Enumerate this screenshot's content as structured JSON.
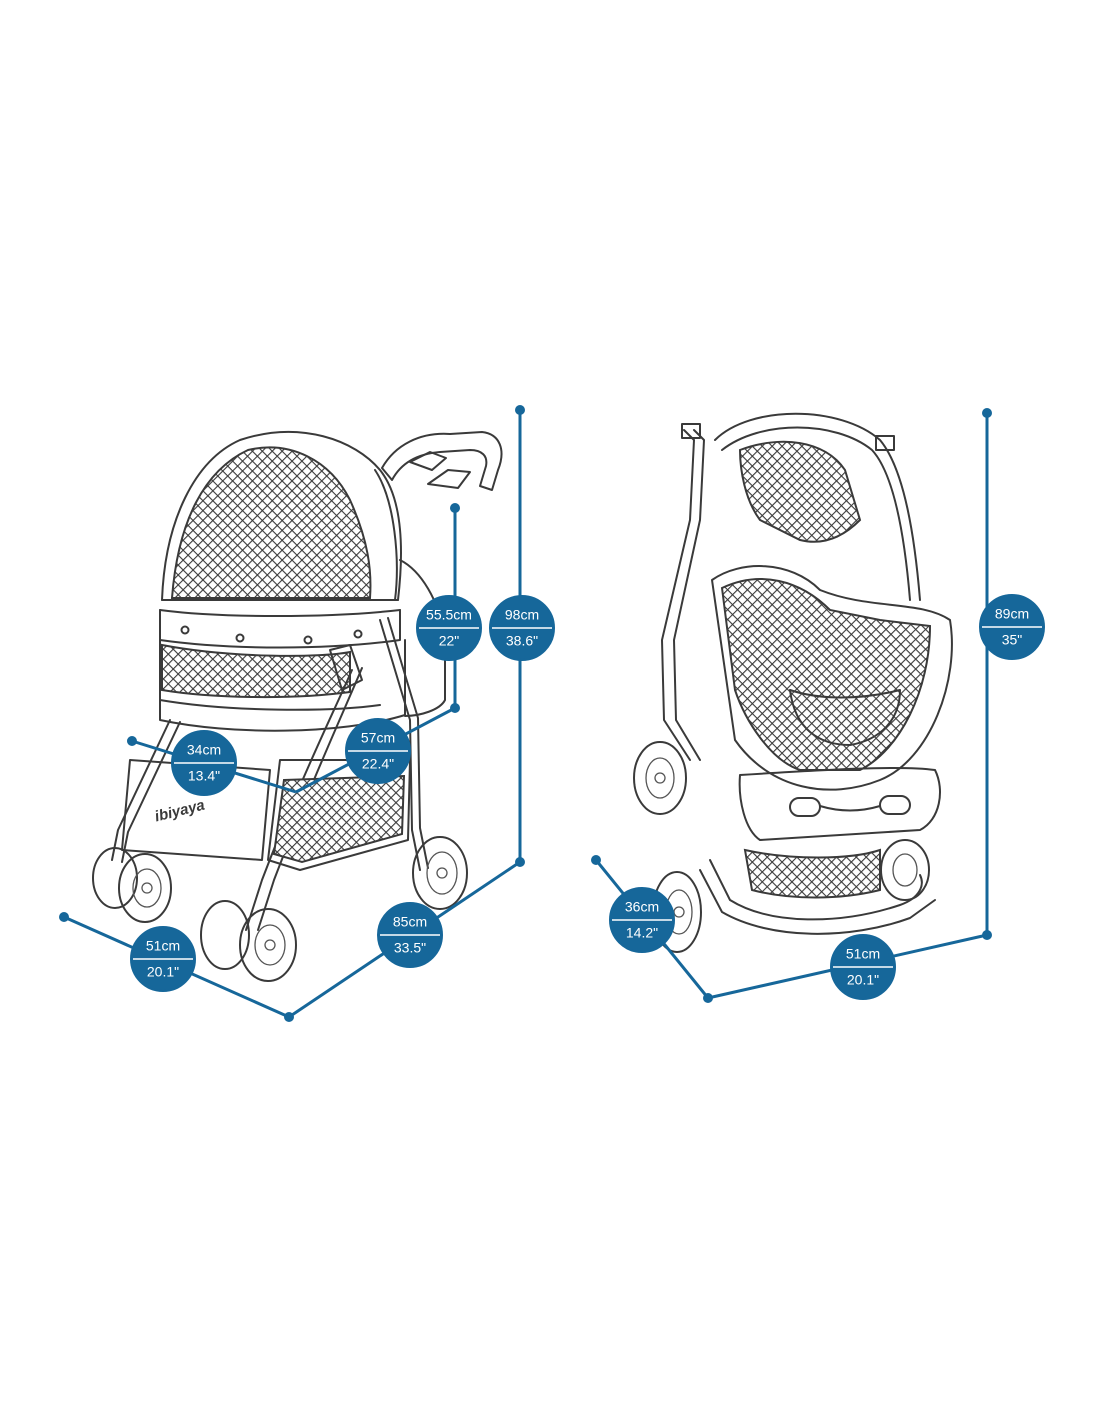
{
  "brand": "ibiyaya",
  "colors": {
    "accent": "#16679a",
    "line_art": "#3a3a3a",
    "background": "#ffffff"
  },
  "open_stroller": {
    "dimensions": {
      "handle_height": {
        "metric": "98cm",
        "imperial": "38.6\""
      },
      "seat_height": {
        "metric": "55.5cm",
        "imperial": "22\""
      },
      "cabin_length": {
        "metric": "57cm",
        "imperial": "22.4\""
      },
      "cabin_width": {
        "metric": "34cm",
        "imperial": "13.4\""
      },
      "overall_width": {
        "metric": "51cm",
        "imperial": "20.1\""
      },
      "overall_length": {
        "metric": "85cm",
        "imperial": "33.5\""
      }
    }
  },
  "folded_stroller": {
    "dimensions": {
      "height": {
        "metric": "89cm",
        "imperial": "35\""
      },
      "depth": {
        "metric": "36cm",
        "imperial": "14.2\""
      },
      "width": {
        "metric": "51cm",
        "imperial": "20.1\""
      }
    }
  }
}
